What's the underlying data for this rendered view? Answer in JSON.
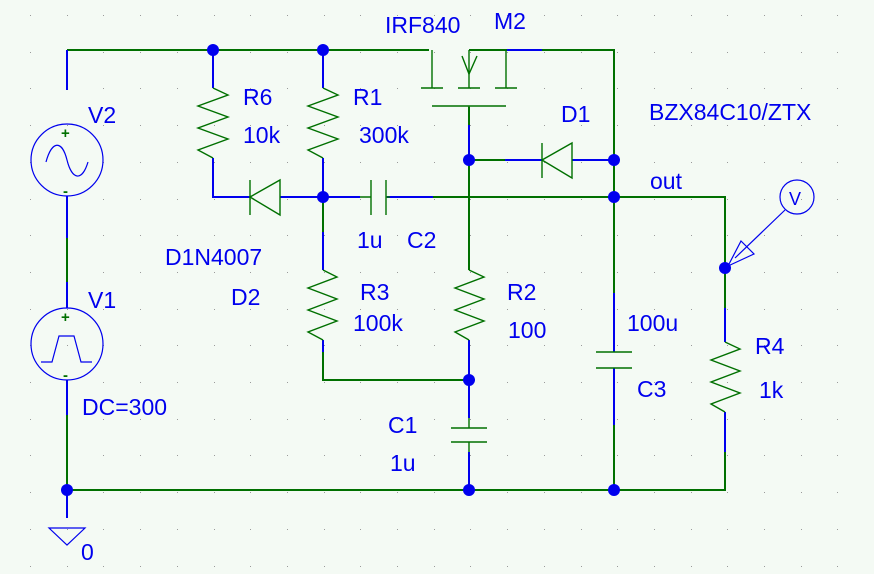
{
  "colors": {
    "background": "#f4faf4",
    "wire": "#007000",
    "pin": "#0000ee",
    "label": "#0000ee",
    "junction": "#0000ee"
  },
  "components": {
    "V2": {
      "ref": "V2",
      "type": "sine-source-icon"
    },
    "V1": {
      "ref": "V1",
      "type": "pulse-source-icon",
      "value": "DC=300"
    },
    "R6": {
      "ref": "R6",
      "value": "10k"
    },
    "R1": {
      "ref": "R1",
      "value": "300k"
    },
    "R3": {
      "ref": "R3",
      "value": "100k"
    },
    "R2": {
      "ref": "R2",
      "value": "100"
    },
    "R4": {
      "ref": "R4",
      "value": "1k"
    },
    "C1": {
      "ref": "C1",
      "value": "1u"
    },
    "C2": {
      "ref": "C2",
      "value": "1u"
    },
    "C3": {
      "ref": "C3",
      "value": "100u"
    },
    "D1": {
      "ref": "D1",
      "value": "BZX84C10/ZTX"
    },
    "D2": {
      "ref": "D2",
      "value": "D1N4007"
    },
    "M2": {
      "ref": "M2",
      "value": "IRF840"
    }
  },
  "nets": {
    "out": "out",
    "ground": "0"
  },
  "probe": {
    "label": "V"
  }
}
